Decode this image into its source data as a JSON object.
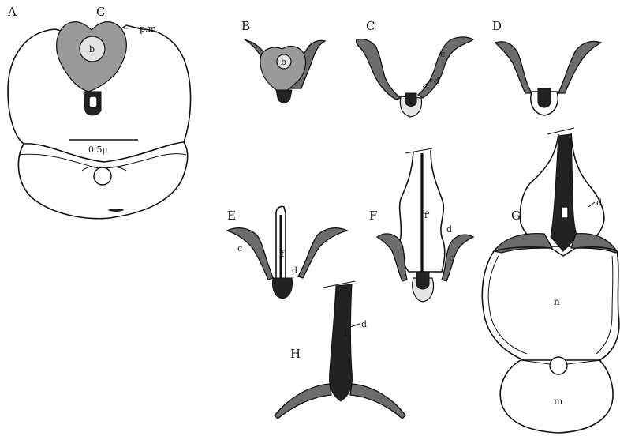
{
  "panels": {
    "a": {
      "letter": "A",
      "sub_letter": "C",
      "label_pm": "p.m",
      "label_b": "b",
      "scale_bar": "0.5μ"
    },
    "b": {
      "letter": "B",
      "label_b": "b"
    },
    "c": {
      "letter": "C",
      "label_c": "c",
      "label_d": "d"
    },
    "d": {
      "letter": "D"
    },
    "e": {
      "letter": "E",
      "label_f": "f",
      "label_d": "d",
      "label_c": "c"
    },
    "f": {
      "letter": "F",
      "label_f": "f'",
      "label_d": "d",
      "label_c": "c"
    },
    "g": {
      "letter": "G",
      "label_d": "d",
      "label_n": "n",
      "label_m": "m"
    },
    "h": {
      "letter": "H",
      "label_f": "f",
      "label_d": "d"
    }
  }
}
